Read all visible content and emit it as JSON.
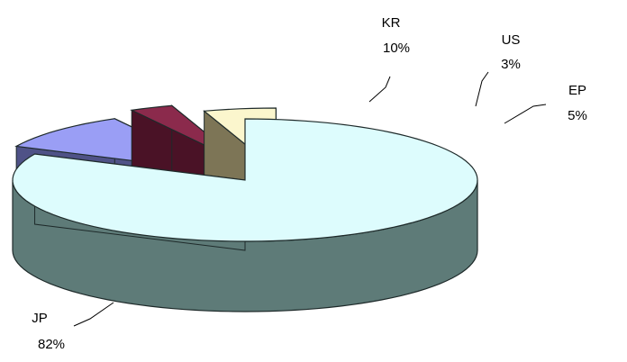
{
  "chart_data": {
    "type": "pie",
    "variant": "3d-exploded",
    "title": "",
    "slices": [
      {
        "label": "JP",
        "value": 82,
        "value_label": "82%",
        "top_color": "#ddfcfd",
        "side_color": "#5e7b78"
      },
      {
        "label": "KR",
        "value": 10,
        "value_label": "10%",
        "top_color": "#9a9ef5",
        "side_color": "#4f5287"
      },
      {
        "label": "US",
        "value": 3,
        "value_label": "3%",
        "top_color": "#8b2a4c",
        "side_color": "#4a1226"
      },
      {
        "label": "EP",
        "value": 5,
        "value_label": "5%",
        "top_color": "#fbf6cd",
        "side_color": "#7d7556"
      }
    ]
  }
}
